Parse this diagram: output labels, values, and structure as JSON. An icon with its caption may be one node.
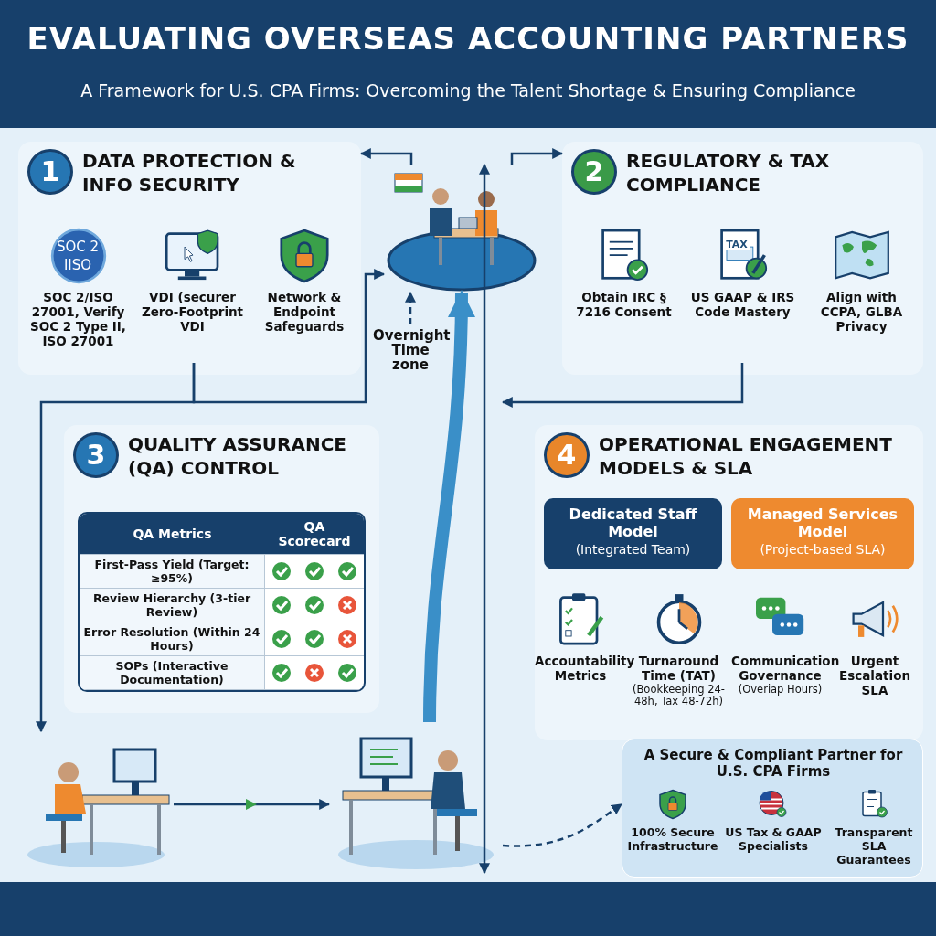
{
  "diagram": {
    "title": "EVALUATING OVERSEAS ACCOUNTING PARTNERS",
    "caption": "A Framework for U.S. CPA Firms: Overcoming the Talent Shortage & Ensuring Compliance",
    "nodes": [
      {
        "text": [
          "1",
          "DATA PROTECTION & INFO SECURITY"
        ]
      },
      {
        "text": [
          "SOC 2/ISO 27001, Verify SOC 2 Type II, ISO 27001"
        ],
        "in": 0
      },
      {
        "text": [
          "VDI (securer Zero-Footprint VDI"
        ],
        "in": 0
      },
      {
        "text": [
          "Network & Endpoint Safeguards"
        ],
        "in": 0
      },
      {
        "text": [],
        "shape": "picture"
      },
      {
        "text": [
          "2",
          "REGULATORY & TAX COMPLIANCE"
        ]
      },
      {
        "text": [
          "Obtain IRC § 7216 Consent"
        ],
        "in": 5
      },
      {
        "text": [
          "US GAAP & IRS Code Mastery"
        ],
        "in": 5
      },
      {
        "text": [
          "Align with CCPA, GLBA Privacy"
        ],
        "in": 5
      },
      {
        "text": [
          "Overnight Time zone"
        ]
      },
      {
        "text": [
          "3",
          "QUALITY ASSURANCE (QA) CONTROL"
        ]
      },
      {
        "text": [
          "QA Metrics",
          "QA Scorecard",
          "First-Pass Yield (Target: ≥95%)",
          "Review Hierarchy (3-tier Review)",
          "Error Resolution (Within 24 Hours)",
          "SOPs (Interactive Documentation)"
        ],
        "in": 10
      },
      {
        "text": [],
        "shape": "picture"
      },
      {
        "text": [],
        "shape": "picture"
      },
      {
        "text": [
          "4",
          "OPERATIONAL ENGAGEMENT MODELS & SLA"
        ]
      },
      {
        "text": [
          "Dedicated Staff Model",
          "(Integrated Team)"
        ],
        "in": 14
      },
      {
        "text": [
          "Managed Services Model",
          "(Project-based SLA)"
        ],
        "in": 14
      },
      {
        "text": [
          "Accountability Metrics"
        ],
        "in": 14
      },
      {
        "text": [
          "Turnaround Time (TAT)",
          "(Bookkeeping 24-48h, Tax 48-72h)"
        ],
        "in": 14
      },
      {
        "text": [
          "Communication Governance",
          "(Overiap Hours)"
        ],
        "in": 14
      },
      {
        "text": [
          "Urgent Escalation SLA"
        ],
        "in": 14
      },
      {
        "text": [
          "A Secure & Compliant Partner for U.S. CPA Firms"
        ]
      },
      {
        "text": [
          "100% Secure Infrastructure"
        ],
        "in": 21
      },
      {
        "text": [
          "US Tax & GAAP Specialists"
        ],
        "in": 21
      },
      {
        "text": [
          "Transparent SLA Guarantees"
        ],
        "in": 21
      }
    ],
    "edges": [
      {
        "from": 4,
        "to": 0,
        "arrow": "to"
      },
      {
        "from": 4,
        "to": 5,
        "arrow": "to"
      },
      {
        "from": 2,
        "to": 4,
        "arrow": "to"
      },
      {
        "from": 2,
        "to": 12,
        "arrow": "to"
      },
      {
        "from": 7,
        "to": null,
        "arrow": "to"
      },
      {
        "from": 9,
        "to": 4,
        "arrow": "to",
        "style": "dashed"
      },
      {
        "from": 13,
        "to": 4,
        "arrow": "to",
        "style": "thick",
        "color": "#3a8fc8"
      },
      {
        "from": 4,
        "to": 13,
        "arrow": "both"
      },
      {
        "from": 12,
        "to": 13,
        "arrow": "to"
      },
      {
        "from": 13,
        "to": 21,
        "arrow": "to",
        "style": "dashed"
      }
    ],
    "labels": [
      "SOC 2",
      "IISO",
      "TAX"
    ]
  }
}
